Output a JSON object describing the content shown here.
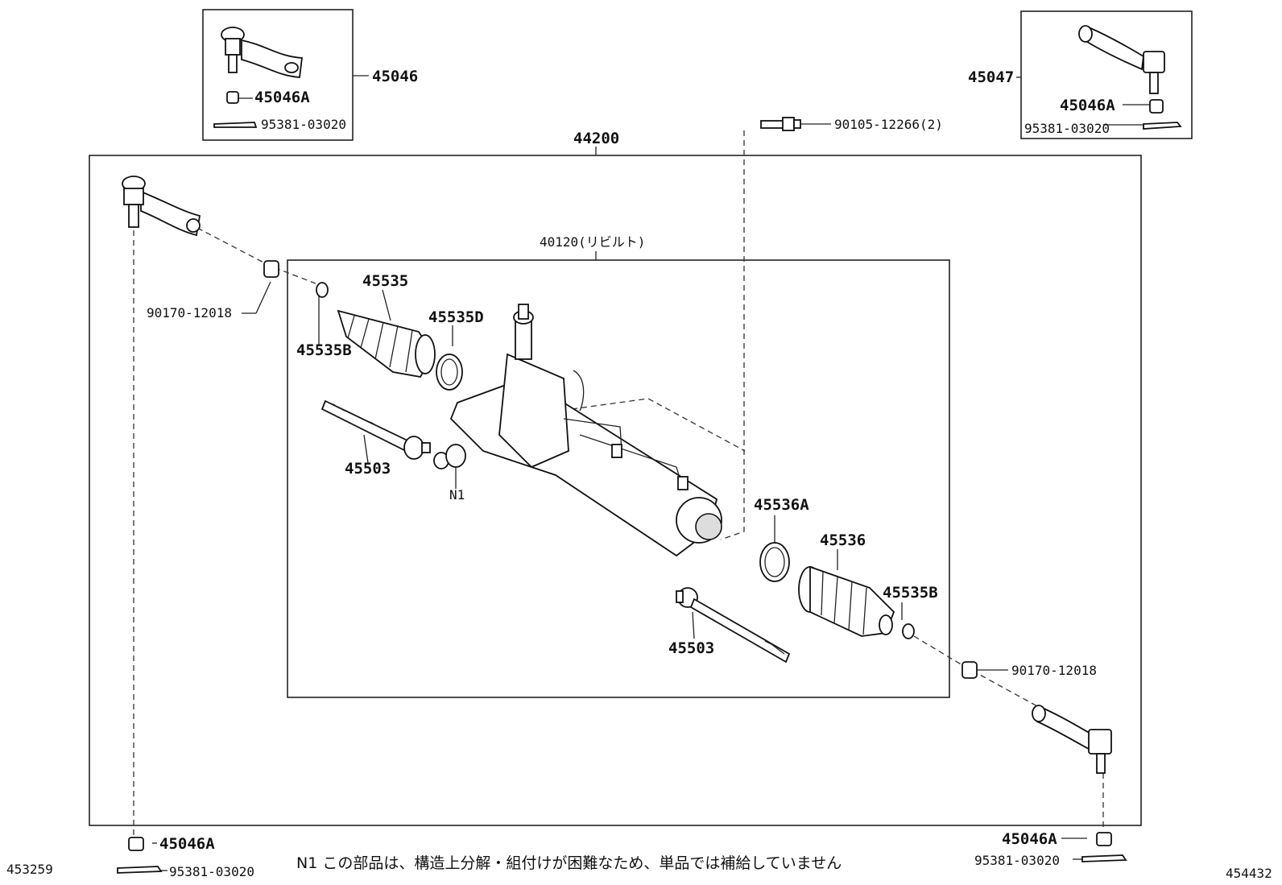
{
  "labels": {
    "p45046": "45046",
    "p45047": "45047",
    "p45046A_tl": "45046A",
    "p45046A_tr": "45046A",
    "p45046A_bl": "45046A",
    "p45046A_br": "45046A",
    "p95381_tl": "95381-03020",
    "p95381_tr": "95381-03020",
    "p95381_bl": "95381-03020",
    "p95381_br": "95381-03020",
    "p44200": "44200",
    "p90105": "90105-12266(2)",
    "p40120": "40120(リビルト)",
    "p45535": "45535",
    "p45535D": "45535D",
    "p45535B_l": "45535B",
    "p45535B_r": "45535B",
    "p90170_l": "90170-12018",
    "p90170_r": "90170-12018",
    "p45503_l": "45503",
    "p45503_r": "45503",
    "pN1": "N1",
    "p45536A": "45536A",
    "p45536": "45536"
  },
  "footer": {
    "left_code": "453259",
    "right_code": "454432",
    "note": "N1 この部品は、構造上分解・組付けが困難なため、単品では補給していません"
  }
}
